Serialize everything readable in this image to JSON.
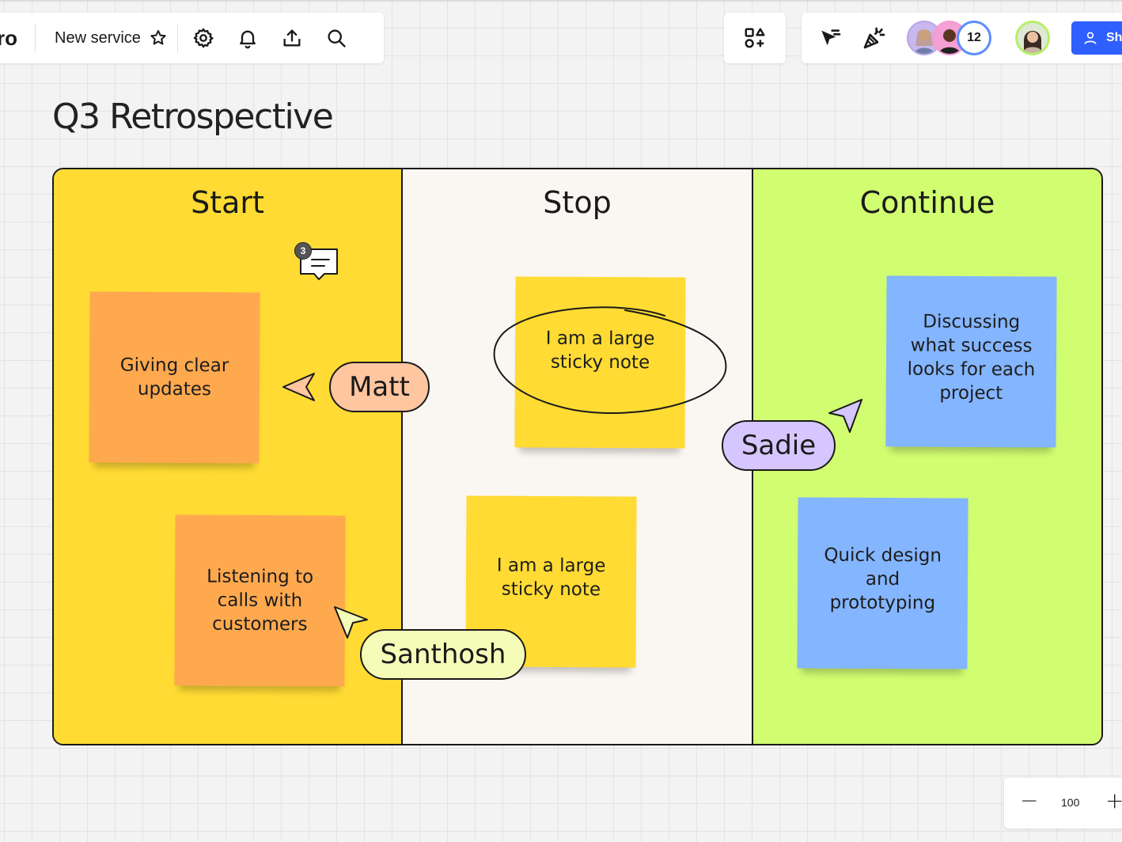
{
  "app": {
    "logo_fragment": "ro"
  },
  "toolbar": {
    "board_name": "New service",
    "star_icon": "star-icon",
    "settings_icon": "gear-icon",
    "notifications_icon": "bell-icon",
    "export_icon": "upload-icon",
    "search_icon": "search-icon",
    "apps_icon": "apps-icon"
  },
  "collab": {
    "cursor_tool_icon": "cursor-lines-icon",
    "celebrate_icon": "party-popper-icon",
    "participant_count": "12",
    "share_label": "Share",
    "share_icon": "person-icon"
  },
  "canvas": {
    "title": "Q3 Retrospective",
    "columns": [
      {
        "heading": "Start",
        "color": "#ffdb33"
      },
      {
        "heading": "Stop",
        "color": "#faf6f1"
      },
      {
        "heading": "Continue",
        "color": "#d1fd71"
      }
    ],
    "comment_badge_count": "3",
    "stickies": [
      {
        "text": "Giving clear updates",
        "color": "#ffa94f"
      },
      {
        "text": "Listening to calls with customers",
        "color": "#ffa94f"
      },
      {
        "text": "I am a large sticky note",
        "color": "#ffdb33"
      },
      {
        "text": "I am a large sticky note",
        "color": "#ffdb33"
      },
      {
        "text": "Discussing what success looks for each project",
        "color": "#84b5ff"
      },
      {
        "text": "Quick design and prototyping",
        "color": "#84b5ff"
      }
    ],
    "cursors": [
      {
        "name": "Matt",
        "color": "#ffc6a0"
      },
      {
        "name": "Sadie",
        "color": "#d6c6ff"
      },
      {
        "name": "Santhosh",
        "color": "#f4fcb8"
      }
    ]
  },
  "zoom": {
    "minus": "−",
    "value": "100",
    "plus": "+"
  }
}
